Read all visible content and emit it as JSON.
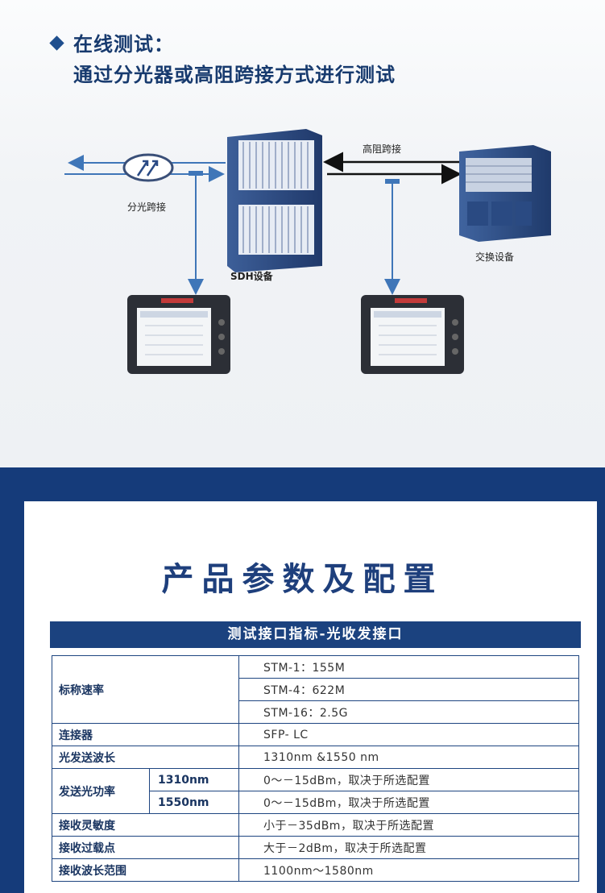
{
  "heading": {
    "line1": "在线测试：",
    "line2": "通过分光器或高阻跨接方式进行测试"
  },
  "diagram": {
    "splitter_label": "分光跨接",
    "sdh_label": "SDH设备",
    "high_impedance_label": "高阻跨接",
    "switch_label": "交换设备"
  },
  "section_title": "产品参数及配置",
  "table": {
    "header": "测试接口指标-光收发接口",
    "rows": [
      {
        "param": "标称速率",
        "values": [
          "STM-1：155M",
          "STM-4：622M",
          "STM-16：2.5G"
        ]
      },
      {
        "param": "连接器",
        "value": "SFP- LC"
      },
      {
        "param": "光发送波长",
        "value": "1310nm &1550 nm"
      },
      {
        "param": "发送光功率",
        "sub": [
          {
            "label": "1310nm",
            "value": "0～－15dBm，取决于所选配置"
          },
          {
            "label": "1550nm",
            "value": "0～－15dBm，取决于所选配置"
          }
        ]
      },
      {
        "param": "接收灵敏度",
        "value": "小于－35dBm，取决于所选配置"
      },
      {
        "param": "接收过载点",
        "value": "大于－2dBm，取决于所选配置"
      },
      {
        "param": "接收波长范围",
        "value": "1100nm～1580nm"
      }
    ]
  }
}
